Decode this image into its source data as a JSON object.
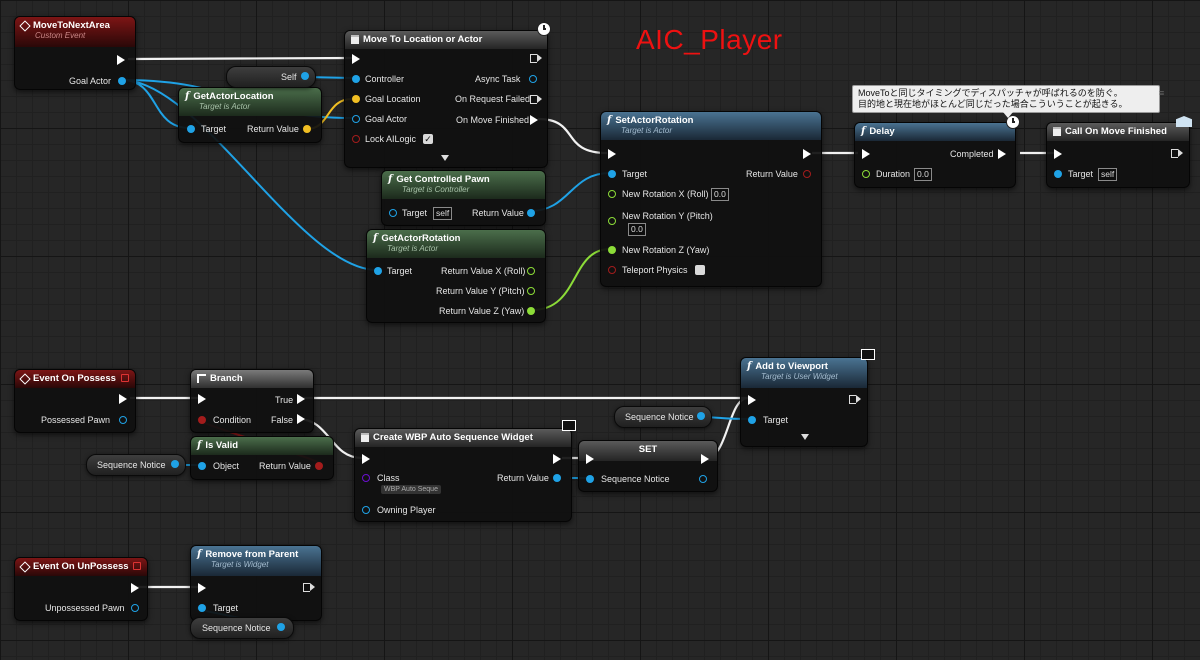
{
  "graph_title": "AIC_Player",
  "comment": {
    "line1": "MoveToと同じタイミングでディスパッチャが呼ばれるのを防ぐ。",
    "line2": "目的地と現在地がほとんど同じだった場合こういうことが起きる。"
  },
  "nodes": {
    "move_to_next_area": {
      "title": "MoveToNextArea",
      "subtitle": "Custom Event",
      "goal_actor": "Goal Actor"
    },
    "get_actor_location": {
      "title": "GetActorLocation",
      "subtitle": "Target is Actor",
      "target": "Target",
      "return_value": "Return Value"
    },
    "self_var": {
      "label": "Self"
    },
    "move_to": {
      "title": "Move To Location or Actor",
      "controller": "Controller",
      "goal_location": "Goal Location",
      "goal_actor": "Goal Actor",
      "lock_ai_logic": "Lock AILogic",
      "async_task": "Async Task",
      "on_request_failed": "On Request Failed",
      "on_move_finished": "On Move Finished"
    },
    "get_controlled_pawn": {
      "title": "Get Controlled Pawn",
      "subtitle": "Target is Controller",
      "target": "Target",
      "target_value": "self",
      "return_value": "Return Value"
    },
    "get_actor_rotation": {
      "title": "GetActorRotation",
      "subtitle": "Target is Actor",
      "target": "Target",
      "rx": "Return Value X (Roll)",
      "ry": "Return Value Y (Pitch)",
      "rz": "Return Value Z (Yaw)"
    },
    "set_actor_rotation": {
      "title": "SetActorRotation",
      "subtitle": "Target is Actor",
      "target": "Target",
      "return_value": "Return Value",
      "roll": "New Rotation X (Roll)",
      "roll_value": "0.0",
      "pitch": "New Rotation Y (Pitch)",
      "pitch_value": "0.0",
      "yaw": "New Rotation Z (Yaw)",
      "teleport": "Teleport Physics"
    },
    "delay": {
      "title": "Delay",
      "completed": "Completed",
      "duration": "Duration",
      "duration_value": "0.0"
    },
    "call_on_move_finished": {
      "title": "Call On Move Finished",
      "target": "Target",
      "target_value": "self"
    },
    "event_on_possess": {
      "title": "Event On Possess",
      "possessed_pawn": "Possessed Pawn"
    },
    "branch": {
      "title": "Branch",
      "condition": "Condition",
      "true": "True",
      "false": "False"
    },
    "is_valid": {
      "title": "Is Valid",
      "object": "Object",
      "return_value": "Return Value"
    },
    "seq_notice_var_1": {
      "label": "Sequence Notice"
    },
    "seq_notice_var_2": {
      "label": "Sequence Notice"
    },
    "seq_notice_var_3": {
      "label": "Sequence Notice"
    },
    "create_widget": {
      "title": "Create WBP Auto Sequence Widget",
      "class": "Class",
      "class_value": "WBP Auto Seque",
      "return_value": "Return Value",
      "owning_player": "Owning Player"
    },
    "set_node": {
      "title": "SET",
      "var": "Sequence Notice"
    },
    "add_to_viewport": {
      "title": "Add to Viewport",
      "subtitle": "Target is User Widget",
      "target": "Target"
    },
    "event_on_unpossess": {
      "title": "Event On UnPossess",
      "unpossessed_pawn": "Unpossessed Pawn"
    },
    "remove_from_parent": {
      "title": "Remove from Parent",
      "subtitle": "Target is Widget",
      "target": "Target"
    }
  },
  "colors": {
    "exec": "#ffffff",
    "object": "#1fa2e6",
    "vector": "#f1bf23",
    "float": "#8cdc38",
    "bool": "#a31c1c",
    "class": "#6a0fcf",
    "title_red": "#ee1111"
  }
}
